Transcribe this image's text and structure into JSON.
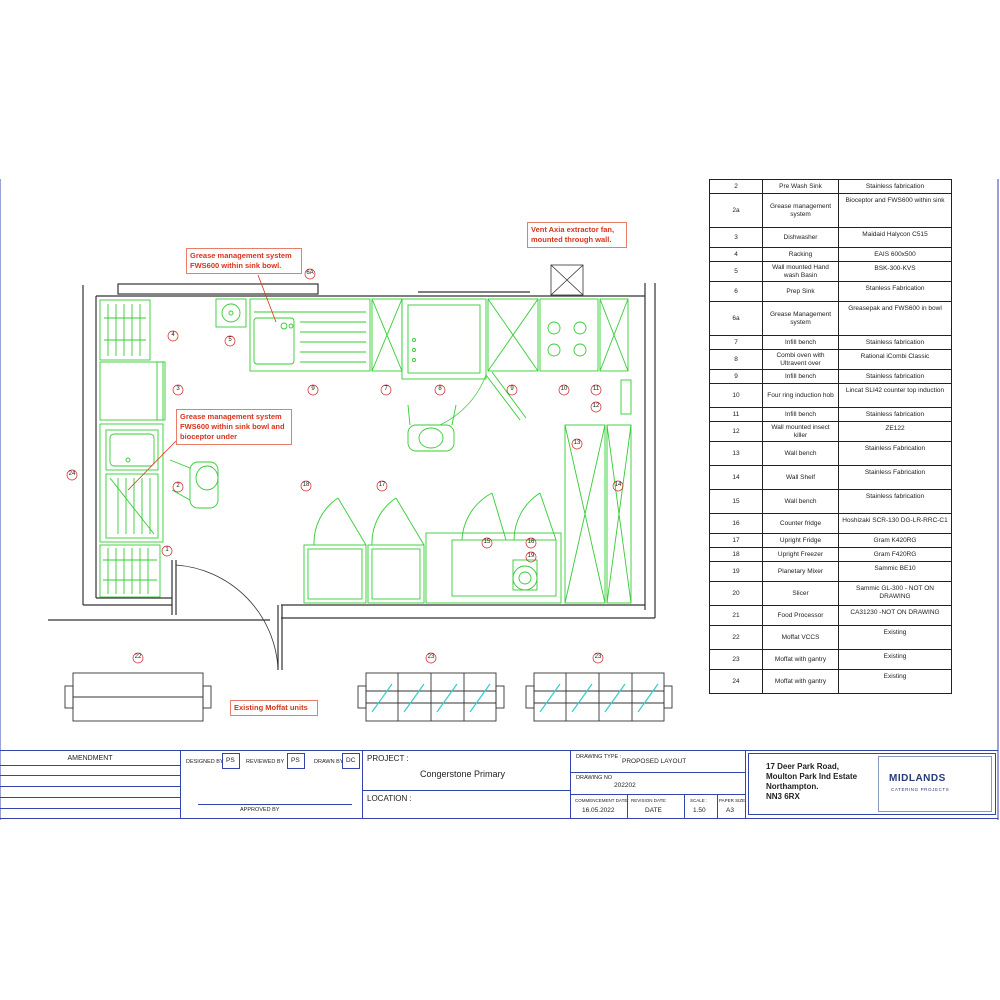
{
  "callouts": {
    "grease_top": "Grease management system\nFWS600 within sink bowl.",
    "grease_left": "Grease management system\nFWS600 within sink bowl and\nbioceptor under",
    "vent": "Vent Axia extractor fan,\nmounted through wall.",
    "moffat": "Existing Moffat units"
  },
  "item_labels": {
    "n6A": "6A",
    "n4": "4",
    "n5": "5",
    "n3": "3",
    "n24": "24",
    "n2": "2",
    "n1": "1",
    "n9a": "9",
    "n7": "7",
    "n8": "8",
    "n9b": "9",
    "n10": "10",
    "n11": "11",
    "n12": "12",
    "n13": "13",
    "n14": "14",
    "n18": "18",
    "n17": "17",
    "n15": "15",
    "n16": "16",
    "n19": "19",
    "n22": "22",
    "n23a": "23",
    "n23b": "23"
  },
  "schedule": [
    {
      "num": "2",
      "name": "Pre Wash Sink",
      "model": "Stainless fabrication"
    },
    {
      "num": "2a",
      "name": "Grease management system",
      "model": "Bioceptor and FWS600 within sink"
    },
    {
      "num": "3",
      "name": "Dishwasher",
      "model": "Maidaid Halycon C515"
    },
    {
      "num": "4",
      "name": "Racking",
      "model": "EAIS 600x500"
    },
    {
      "num": "5",
      "name": "Wall mounted Hand wash Basin",
      "model": "BSK-300-KVS"
    },
    {
      "num": "6",
      "name": "Prep Sink",
      "model": "Stanless Fabrication"
    },
    {
      "num": "6a",
      "name": "Grease Management system",
      "model": "Greasepak and FWS600 in bowl"
    },
    {
      "num": "7",
      "name": "Infill bench",
      "model": "Stainless fabrication"
    },
    {
      "num": "8",
      "name": "Combi oven with Ultravent over",
      "model": "Rational iCombi Classic"
    },
    {
      "num": "9",
      "name": "Infill bench",
      "model": "Stainless fabrication"
    },
    {
      "num": "10",
      "name": "Four ring induction hob",
      "model": "Lincat SLI42 counter top induction"
    },
    {
      "num": "11",
      "name": "Infill bench",
      "model": "Stainless fabrication"
    },
    {
      "num": "12",
      "name": "Wall mounted insect killer",
      "model": "ZE122"
    },
    {
      "num": "13",
      "name": "Wall bench",
      "model": "Stainless Fabrication"
    },
    {
      "num": "14",
      "name": "Wall Shelf",
      "model": "Stainless Fabrication"
    },
    {
      "num": "15",
      "name": "Wall bench",
      "model": "Stainless fabrication"
    },
    {
      "num": "16",
      "name": "Counter fridge",
      "model": "Hoshizaki SCR-130 DG-LR-RRC-C1"
    },
    {
      "num": "17",
      "name": "Upright Fridge",
      "model": "Gram K420RG"
    },
    {
      "num": "18",
      "name": "Upright Freezer",
      "model": "Gram F420RG"
    },
    {
      "num": "19",
      "name": "Planetary Mixer",
      "model": "Sammic BE10"
    },
    {
      "num": "20",
      "name": "Slicer",
      "model": "Sammic GL-300 - NOT ON DRAWING"
    },
    {
      "num": "21",
      "name": "Food Processor",
      "model": "CA31230 -NOT ON DRAWING"
    },
    {
      "num": "22",
      "name": "Moffat VCCS",
      "model": "Existing"
    },
    {
      "num": "23",
      "name": "Moffat with gantry",
      "model": "Existing"
    },
    {
      "num": "24",
      "name": "Moffat with gantry",
      "model": "Existing"
    }
  ],
  "titleblock": {
    "amendment": "AMENDMENT",
    "designed_by_label": "DESIGNED BY",
    "designed_by": "PS",
    "reviewed_by_label": "REVIEWED BY",
    "reviewed_by": "PS",
    "drawn_by_label": "DRAWN BY",
    "drawn_by": "DC",
    "approved_by_label": "APPROVED BY",
    "project_label": "PROJECT :",
    "project": "Congerstone Primary",
    "location_label": "LOCATION :",
    "drawing_type_label": "DRAWING TYPE :",
    "drawing_type": "PROPOSED LAYOUT",
    "drawing_no_label": "DRAWING NO",
    "drawing_no": "202202",
    "commencement_label": "COMMENCEMENT DATE:",
    "commencement": "16.05.2022",
    "revision_label": "REVISION DATE:",
    "revision": "DATE",
    "scale_label": "SCALE :",
    "scale": "1.50",
    "paper_label": "PAPER SIZE:",
    "paper": "A3",
    "address_1": "17 Deer Park Road,",
    "address_2": "Moulton Park Ind Estate",
    "address_3": "Northampton.",
    "address_4": "NN3 6RX",
    "logo_main": "MIDLANDS",
    "logo_sub": "CATERING PROJECTS"
  },
  "colors": {
    "equipment": "#33cc33",
    "walls": "#333333",
    "callout": "#d8331a",
    "labels": "#cc2222",
    "frame": "#3344aa"
  }
}
